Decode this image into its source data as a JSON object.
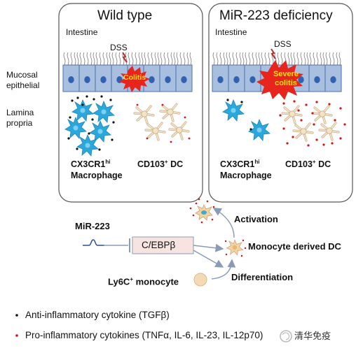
{
  "side_labels": {
    "mucosal": "Mucosal epithelial",
    "lamina": "Lamina propria"
  },
  "panels": [
    {
      "title": "Wild type",
      "intestine": "Intestine",
      "dss": "DSS",
      "burst": "Colitis",
      "macrophage_name": "CX3CR1",
      "macrophage_sup": "hi",
      "macrophage_word": "Macrophage",
      "dc_name": "CD103",
      "dc_sup": "+",
      "dc_word": " DC"
    },
    {
      "title": "MiR-223 deficiency",
      "intestine": "Intestine",
      "dss": "DSS",
      "burst": "Severe colitis",
      "macrophage_name": "CX3CR1",
      "macrophage_sup": "hi",
      "macrophage_word": "Macrophage",
      "dc_name": "CD103",
      "dc_sup": "+",
      "dc_word": " DC"
    }
  ],
  "pathway": {
    "mir": "MiR-223",
    "cebp": "C/EBPβ",
    "monocyte_name": "Ly6C",
    "monocyte_sup": "+",
    "monocyte_word": " monocyte",
    "activation": "Activation",
    "mdc": "Monocyte derived DC",
    "differentiation": "Differentiation"
  },
  "legend": {
    "anti": "Anti-inflammatory cytokine (TGFβ)",
    "pro": "Pro-inflammatory cytokines (TNFα, IL-6, IL-23, IL-12p70)"
  },
  "watermark": "清华免疫",
  "colors": {
    "epithelium": "#a9bfe0",
    "nucleus": "#2f62b0",
    "macrophage": "#2aa8dc",
    "burst_fill": "#e8251c",
    "burst_text": "#ffe400",
    "dc_cell": "#f3e4c8",
    "pro_dot": "#d21414",
    "monocyte": "#f5d9b5"
  }
}
